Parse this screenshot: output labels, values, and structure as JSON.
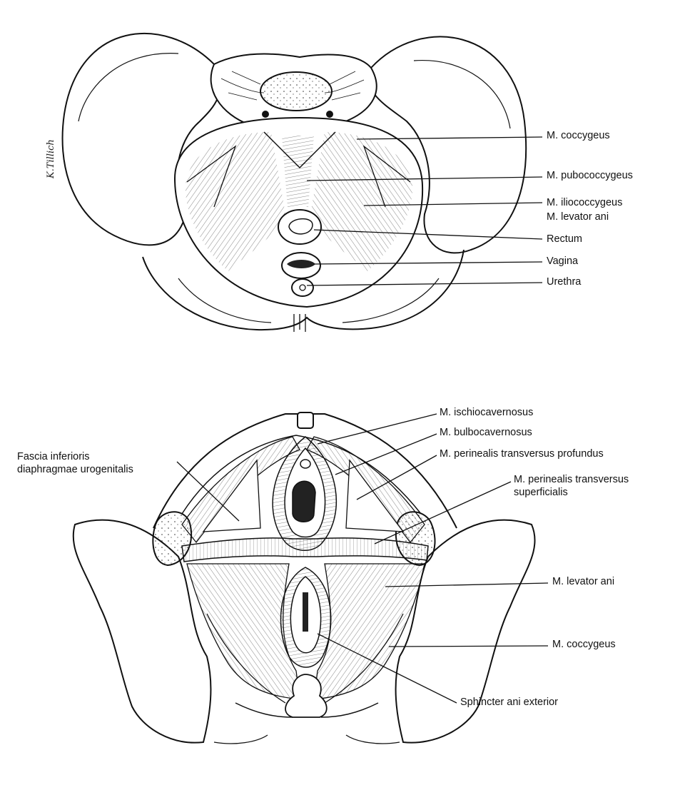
{
  "figure_top": {
    "signature": "K.Tillich",
    "labels": {
      "coccygeus": "M. coccygeus",
      "pubococcygeus": "M. pubococcygeus",
      "iliococcygeus": "M. iliococcygeus",
      "levator_ani": "M. levator ani",
      "rectum": "Rectum",
      "vagina": "Vagina",
      "urethra": "Urethra"
    }
  },
  "figure_bottom": {
    "labels": {
      "fascia_line1": "Fascia inferioris",
      "fascia_line2": "diaphragmae urogenitalis",
      "ischiocavernosus": "M. ischiocavernosus",
      "bulbocavernosus": "M. bulbocavernosus",
      "trans_profundus": "M. perinealis transversus profundus",
      "trans_superficialis_line1": "M. perinealis transversus",
      "trans_superficialis_line2": "superficialis",
      "levator_ani": "M. levator ani",
      "coccygeus": "M. coccygeus",
      "sphincter": "Sphincter ani exterior"
    }
  },
  "colors": {
    "ink": "#111111",
    "background": "#ffffff"
  }
}
